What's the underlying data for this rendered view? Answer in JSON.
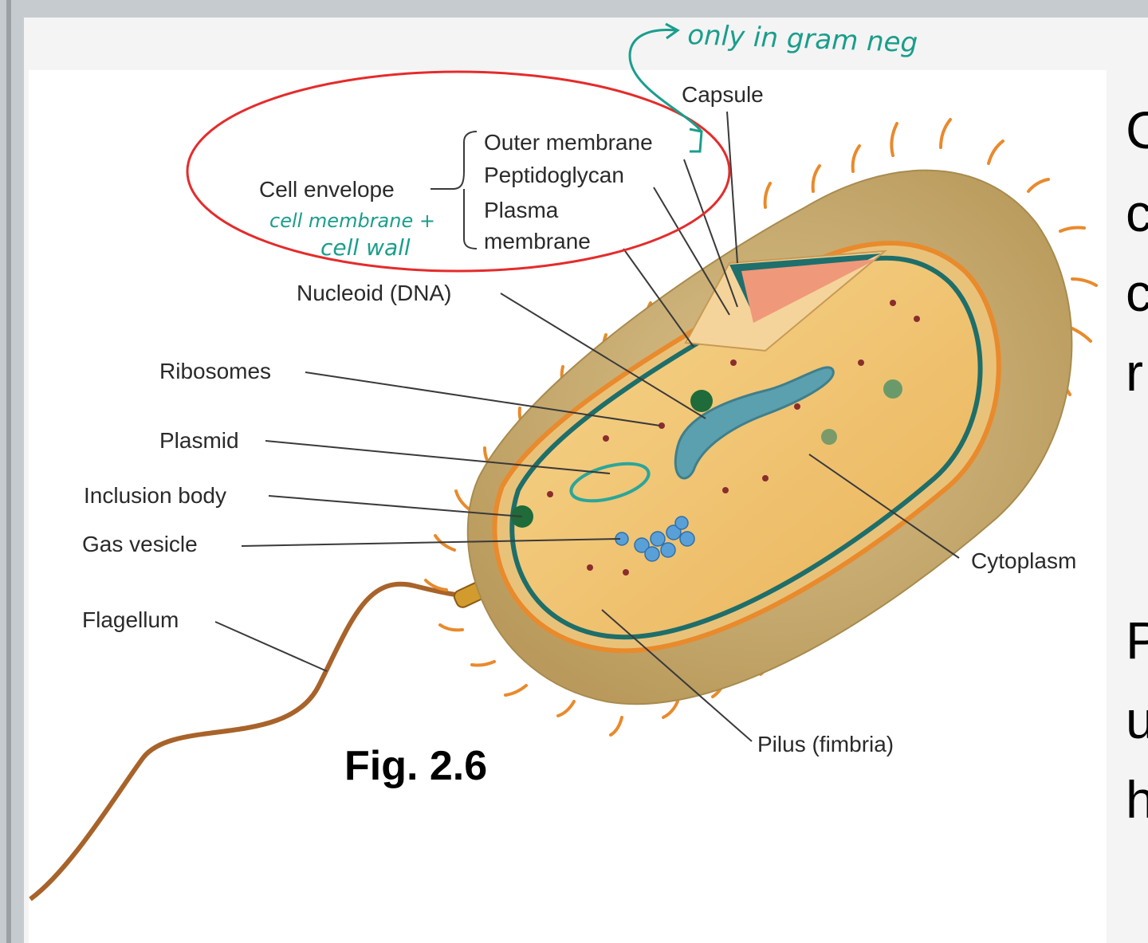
{
  "figure": {
    "caption": "Fig. 2.6",
    "labels": {
      "capsule": "Capsule",
      "outer_membrane": "Outer membrane",
      "peptidoglycan": "Peptidoglycan",
      "plasma_membrane_1": "Plasma",
      "plasma_membrane_2": "membrane",
      "cell_envelope": "Cell envelope",
      "nucleoid": "Nucleoid (DNA)",
      "ribosomes": "Ribosomes",
      "plasmid": "Plasmid",
      "inclusion_body": "Inclusion body",
      "gas_vesicle": "Gas vesicle",
      "flagellum": "Flagellum",
      "cytoplasm": "Cytoplasm",
      "pilus": "Pilus (fimbria)"
    }
  },
  "annotations": {
    "gram_note": "only in gram neg",
    "envelope_note_1": "cell membrane +",
    "envelope_note_2": "cell wall",
    "circle_color": "#e52b2b",
    "ink_color": "#1a9e8c"
  },
  "side_text": {
    "row1": "C",
    "row2": "c",
    "row3": "c",
    "row4": "r",
    "row5": "P",
    "row6": "u",
    "row7": "h"
  }
}
